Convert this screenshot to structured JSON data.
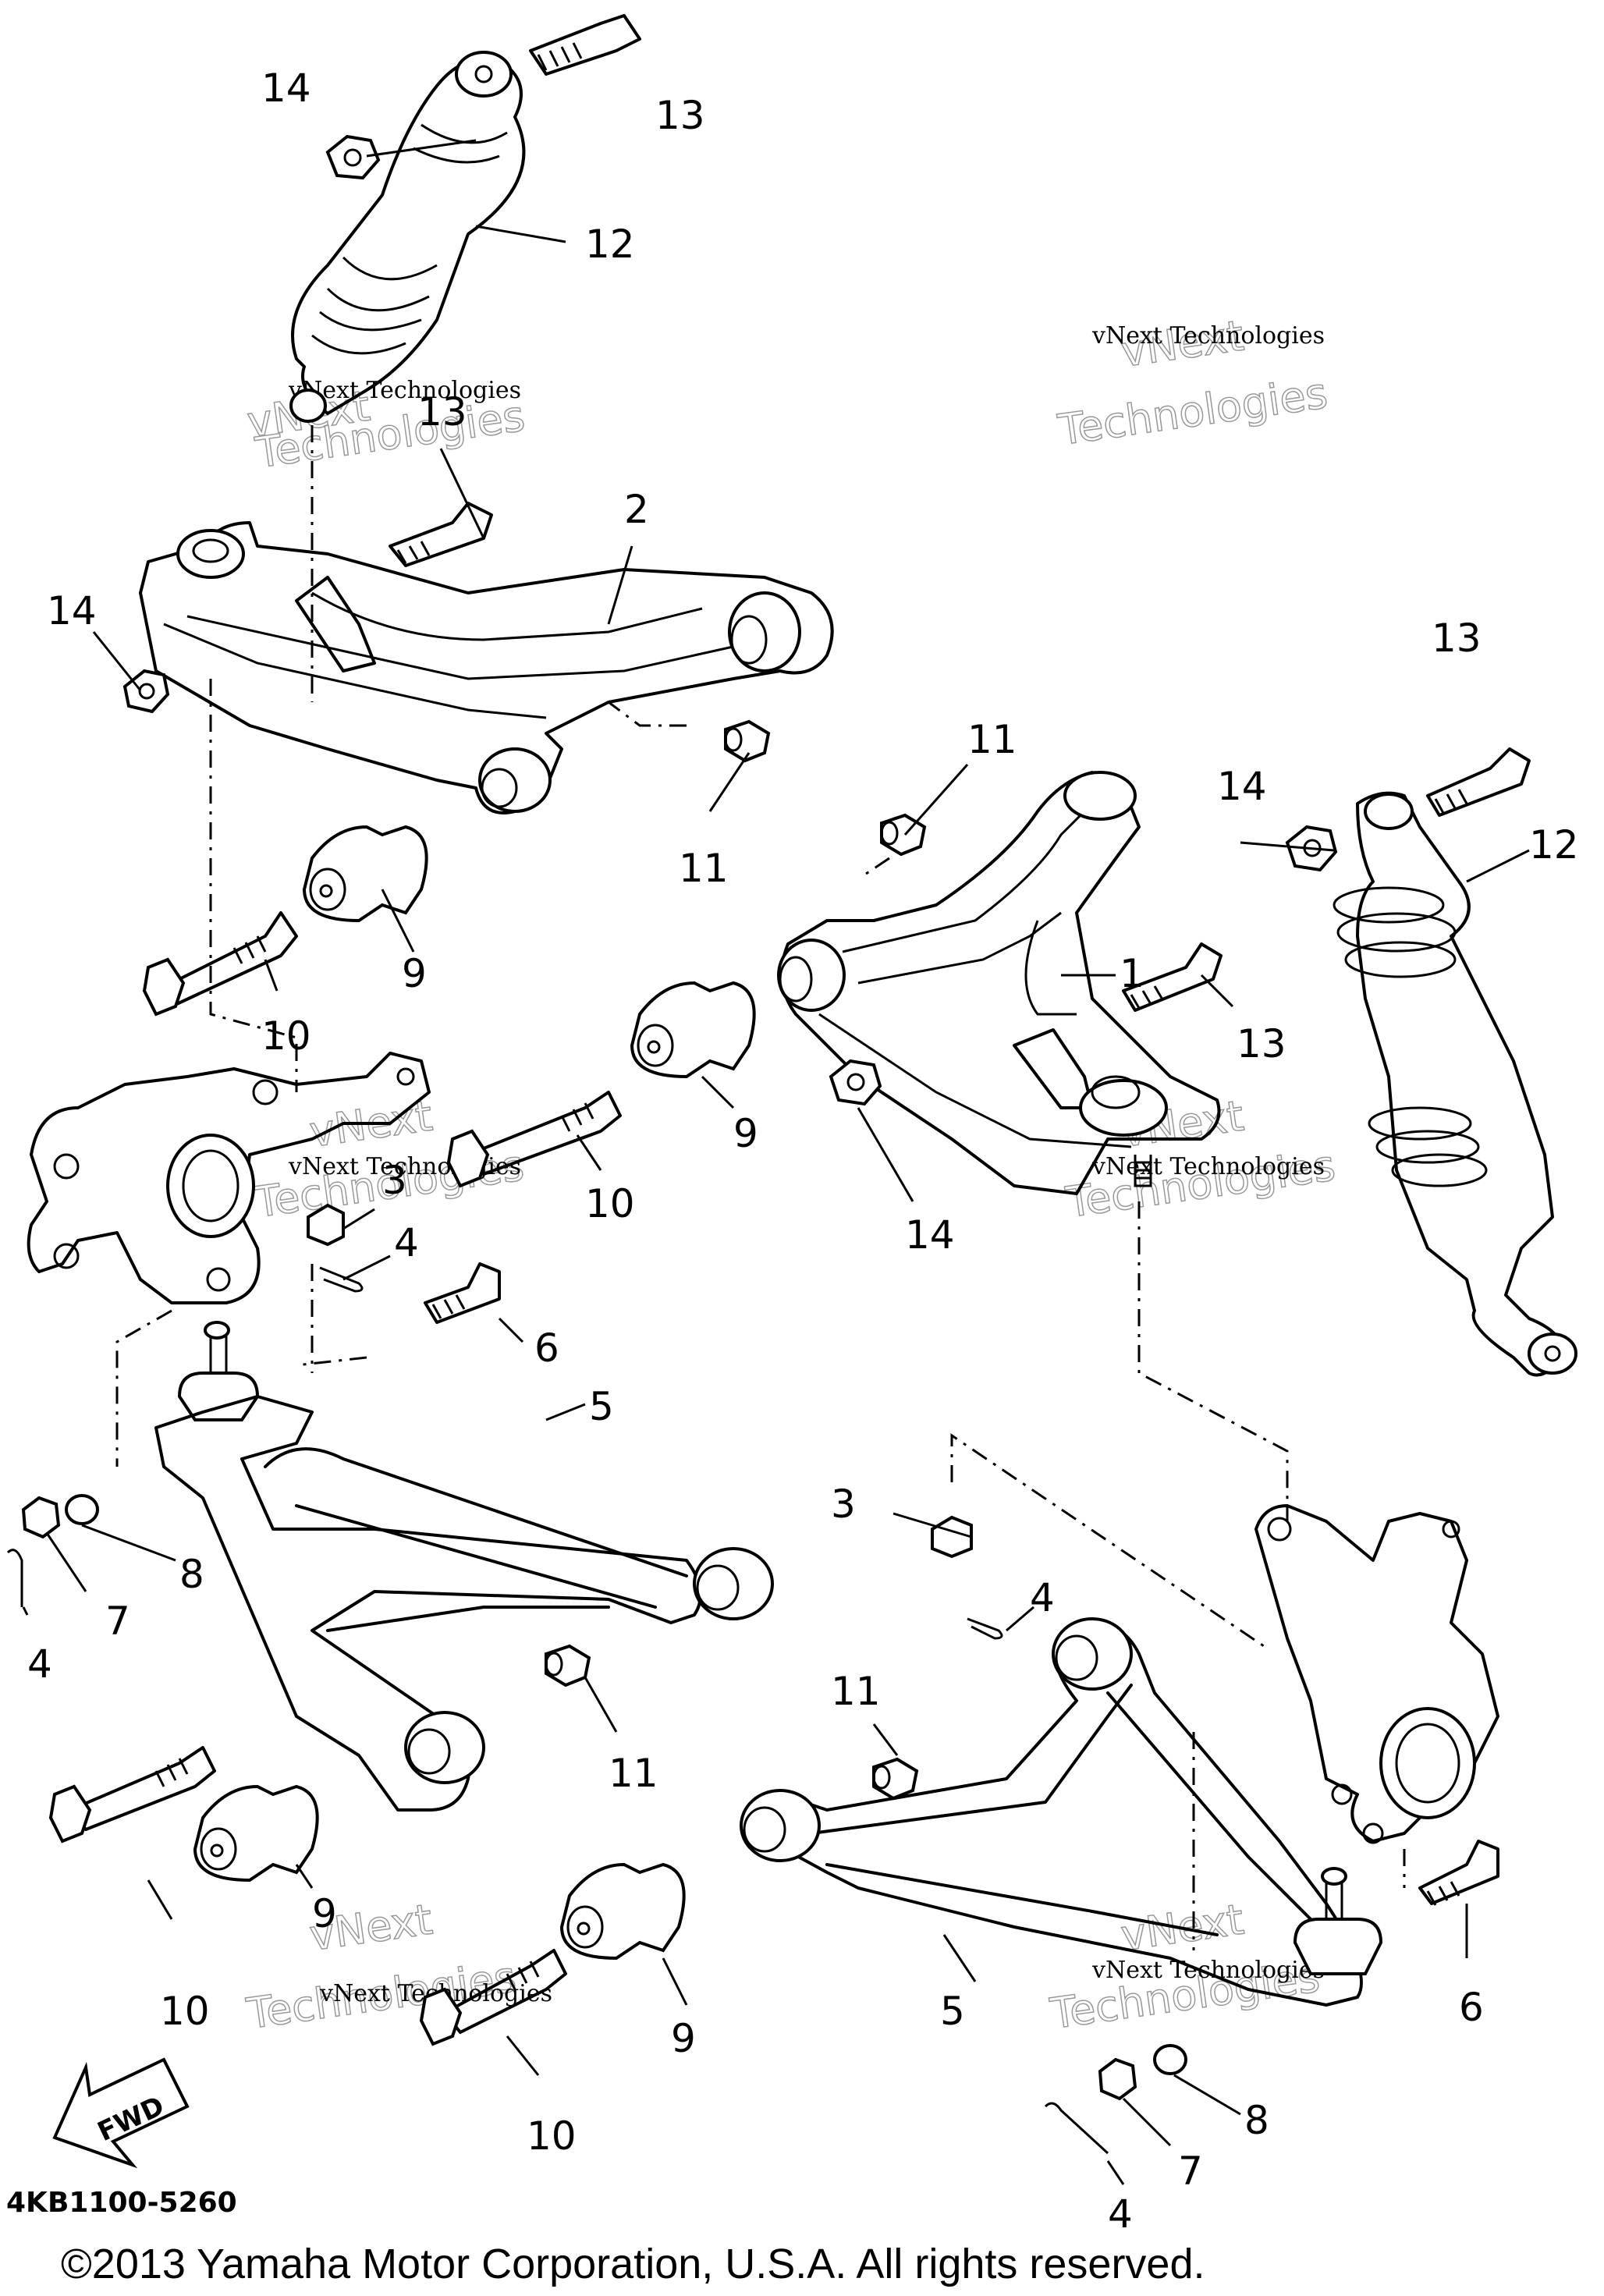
{
  "diagram_code": "4KB1100-5260",
  "copyright": "©2013 Yamaha Motor Corporation, U.S.A. All rights reserved.",
  "fwd_label": "FWD",
  "watermark": {
    "line1": "vNext Technologies",
    "line2": "vNext Technologies"
  },
  "callouts": {
    "c14a": "14",
    "c13a": "13",
    "c12a": "12",
    "c13b": "13",
    "c2": "2",
    "c14b": "14",
    "c11a": "11",
    "c9a": "9",
    "c10a": "10",
    "c3a": "3",
    "c4a": "4",
    "c6a": "6",
    "c5a": "5",
    "c8a": "8",
    "c7a": "7",
    "c4b": "4",
    "c11b": "11",
    "c9b": "9",
    "c10b": "10",
    "c11c": "11",
    "c1": "1",
    "c13c": "13",
    "c9c": "9",
    "c10c": "10",
    "c14c": "14",
    "c13d": "13",
    "c14d": "14",
    "c12b": "12",
    "c3b": "3",
    "c4c": "4",
    "c11d": "11",
    "c5b": "5",
    "c9d": "9",
    "c10d": "10",
    "c6b": "6",
    "c8b": "8",
    "c7b": "7",
    "c4d": "4"
  }
}
